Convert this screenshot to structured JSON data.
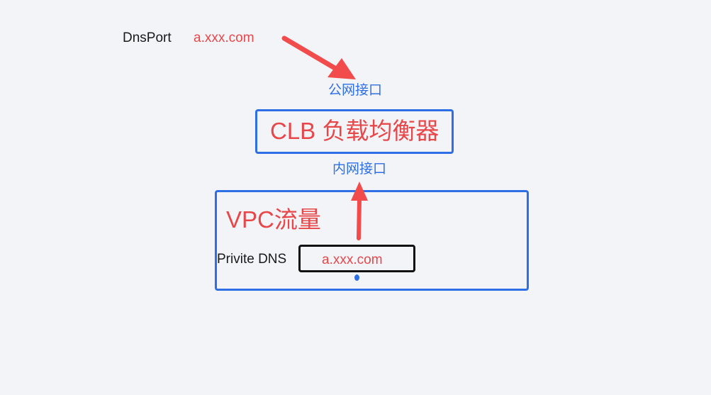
{
  "dnsport": {
    "label": "DnsPort",
    "domain": "a.xxx.com"
  },
  "clb": {
    "public_interface": "公网接口",
    "title": "CLB 负载均衡器",
    "private_interface": "内网接口"
  },
  "vpc": {
    "title": "VPC流量",
    "private_dns_label": "Privite DNS",
    "private_dns_value": "a.xxx.com"
  },
  "colors": {
    "accent_blue": "#2f6fe6",
    "accent_red": "#e8474a",
    "arrow_red": "#f24b4b",
    "text_dark": "#1a1a1a",
    "background": "#f3f4f8"
  }
}
